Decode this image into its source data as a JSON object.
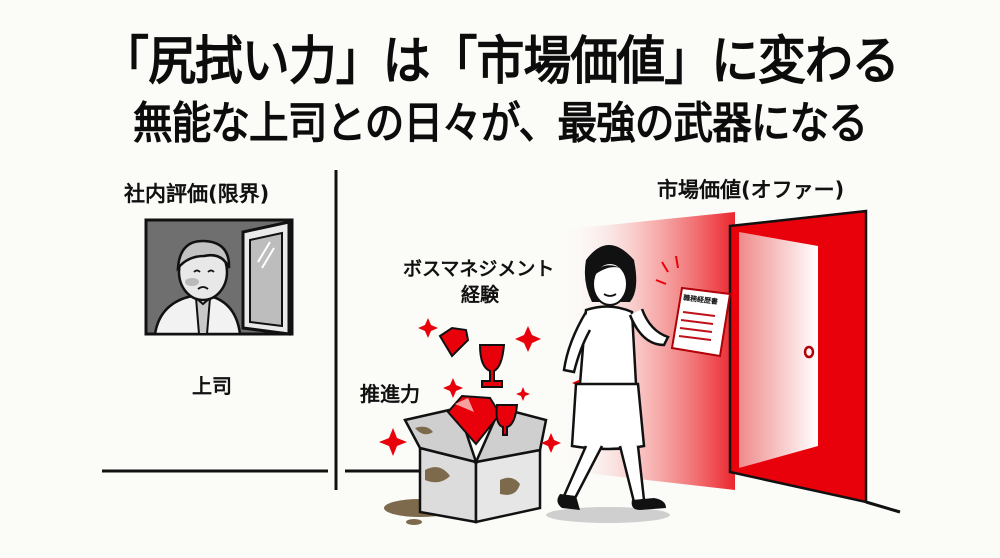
{
  "headline": {
    "line1": "「尻拭い力」は「市場価値」に変わる",
    "line2": "無能な上司との日々が、最強の武器になる"
  },
  "left_panel": {
    "label": "社内評価(限界)",
    "caption": "上司"
  },
  "right_panel": {
    "label": "市場価値(オファー)",
    "skill_label_line1": "ボスマネジメント",
    "skill_label_line2": "経験",
    "drive_label": "推進力",
    "document_title": "職務経歴書"
  },
  "colors": {
    "accent_red": "#e8000a",
    "background": "#fbfbf8",
    "boss_bg": "#6f6f6f",
    "mud": "#7d6a4d"
  }
}
